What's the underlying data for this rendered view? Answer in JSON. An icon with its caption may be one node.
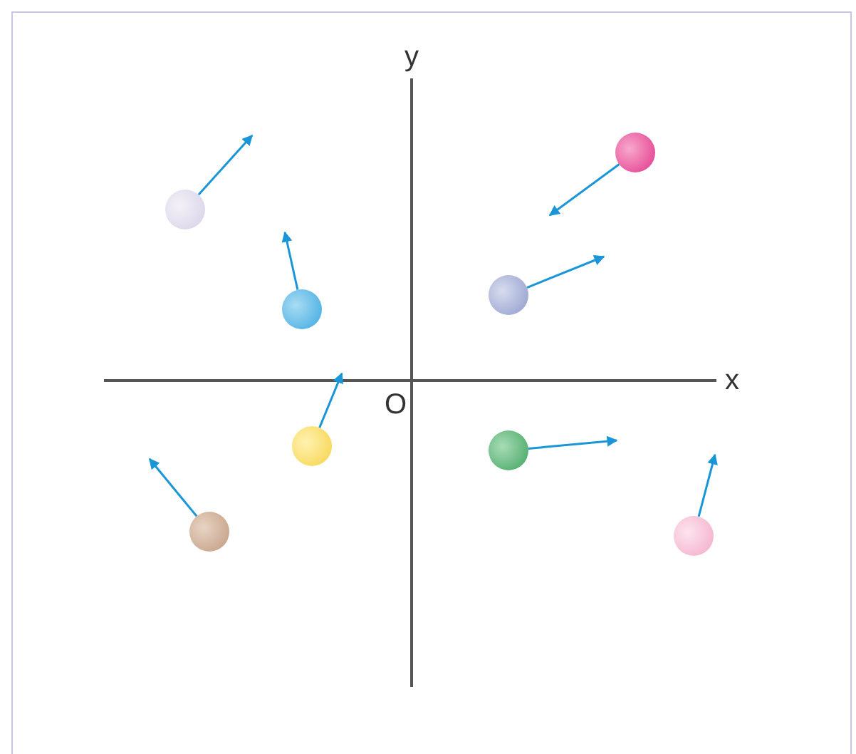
{
  "diagram": {
    "nodes": [
      {
        "text": [],
        "shape": "circle"
      },
      {
        "text": [],
        "shape": "circle"
      },
      {
        "text": [],
        "shape": "circle"
      },
      {
        "text": [],
        "shape": "circle"
      },
      {
        "text": [],
        "shape": "circle"
      },
      {
        "text": [],
        "shape": "circle"
      },
      {
        "text": [],
        "shape": "circle"
      },
      {
        "text": [],
        "shape": "circle"
      }
    ],
    "edges": [
      {
        "from": 0,
        "to": null,
        "arrow": "to"
      },
      {
        "from": 1,
        "to": null,
        "arrow": "to"
      },
      {
        "from": 2,
        "to": null,
        "arrow": "to"
      },
      {
        "from": 3,
        "to": null,
        "arrow": "to"
      },
      {
        "from": 4,
        "to": null,
        "arrow": "to"
      },
      {
        "from": 5,
        "to": null,
        "arrow": "to"
      },
      {
        "from": 6,
        "to": null,
        "arrow": "to"
      },
      {
        "from": 7,
        "to": null,
        "arrow": "to"
      }
    ],
    "labels": [
      "y",
      "x",
      "O"
    ]
  }
}
